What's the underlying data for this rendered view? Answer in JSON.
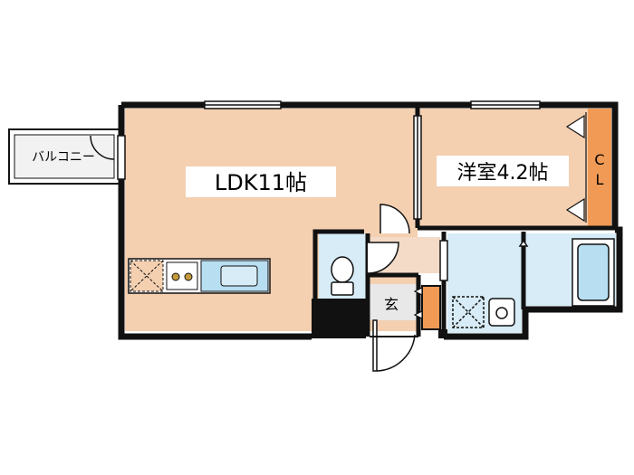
{
  "rooms": {
    "balcony": "バルコニー",
    "ldk": "LDK11帖",
    "western_room": "洋室4.2帖",
    "closet": "CL",
    "entrance": "玄"
  },
  "colors": {
    "wall": "#111111",
    "ldk_floor": "#f4cfb0",
    "closet": "#f09a55",
    "wet_area": "#d7ecf7",
    "fixture": "#b8def2",
    "hallway": "#f3dbc7",
    "background": "#ffffff"
  },
  "icons": {
    "stove": "stove-burners-icon",
    "sink": "kitchen-sink-icon",
    "toilet": "toilet-icon",
    "washbasin": "washbasin-icon",
    "bathtub": "bathtub-icon",
    "ventilation": "ventilation-x-icon"
  }
}
